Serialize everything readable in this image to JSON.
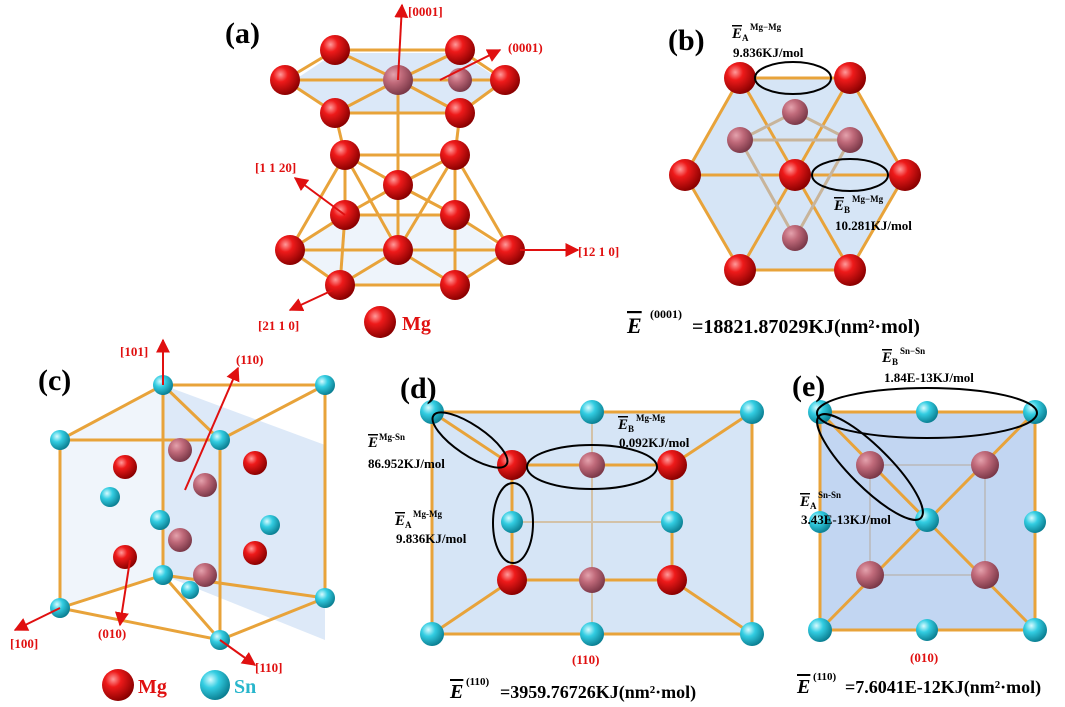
{
  "panels": {
    "a": {
      "label": "(a)",
      "dir_0001": "[0001]",
      "plane_0001": "(0001)",
      "dir_1120": "[1 1 20]",
      "dir_1210": "[12 1 0]",
      "dir_2110": "[21 1 0]",
      "legend_mg": "Mg"
    },
    "b": {
      "label": "(b)",
      "ea_sym": "E",
      "ea_sub": "A",
      "ea_sup": "Mg−Mg",
      "ea_value": "9.836KJ/mol",
      "eb_sym": "E",
      "eb_sub": "B",
      "eb_sup": "Mg−Mg",
      "eb_value": "10.281KJ/mol",
      "surf_sym": "E",
      "surf_sup": "(0001)",
      "surf_value": "=18821.87029KJ(nm²·mol)"
    },
    "c": {
      "label": "(c)",
      "dir_101": "[101]",
      "plane_110": "(110)",
      "dir_100": "[100]",
      "plane_010": "(010)",
      "dir_110": "[110]",
      "legend_mg": "Mg",
      "legend_sn": "Sn"
    },
    "d": {
      "label": "(d)",
      "emgsn_sym": "E",
      "emgsn_sup": "Mg-Sn",
      "emgsn_value": "86.952KJ/mol",
      "eb_sym": "E",
      "eb_sub": "B",
      "eb_sup": "Mg-Mg",
      "eb_value": "0.092KJ/mol",
      "ea_sym": "E",
      "ea_sub": "A",
      "ea_sup": "Mg-Mg",
      "ea_value": "9.836KJ/mol",
      "plane": "(110)",
      "surf_sym": "E",
      "surf_sup": "(110)",
      "surf_value": "=3959.76726KJ(nm²·mol)"
    },
    "e": {
      "label": "(e)",
      "eb_sym": "E",
      "eb_sub": "B",
      "eb_sup": "Sn−Sn",
      "eb_value": "1.84E-13KJ/mol",
      "ea_sym": "E",
      "ea_sub": "A",
      "ea_sup": "Sn-Sn",
      "ea_value": "3.43E-13KJ/mol",
      "plane": "(010)",
      "surf_sym": "E",
      "surf_sup": "(110)",
      "surf_value": "=7.6041E-12KJ(nm²·mol)"
    }
  },
  "colors": {
    "mg": "#e00000",
    "sn": "#29c7dc",
    "bond": "#e8a33a",
    "plane": "#cfe0f5",
    "arrow": "#e01010",
    "label_red": "#e01010",
    "label_blue": "#29b6cc"
  }
}
